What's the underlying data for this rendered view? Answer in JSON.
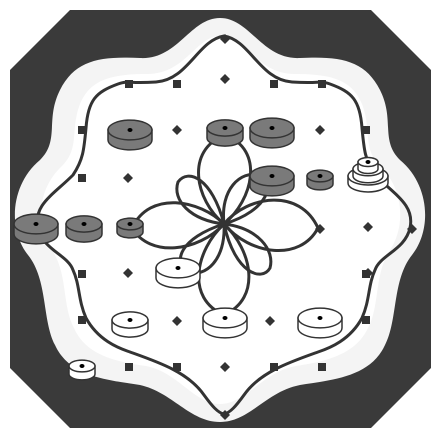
{
  "game": {
    "colors": {
      "border": "#3a3a3a",
      "board": "#ffffff",
      "track_fill": "#f2f2f2",
      "line": "#333333",
      "gray_piece": "#7a7a7a",
      "white_piece": "#ffffff"
    },
    "point_shapes": [
      "square-node",
      "diamond-marker"
    ],
    "pieces": [
      {
        "color": "gray",
        "name": "gray-piece-large"
      },
      {
        "color": "gray",
        "name": "gray-piece-large"
      },
      {
        "color": "gray",
        "name": "gray-piece-large"
      },
      {
        "color": "gray",
        "name": "gray-piece-large"
      },
      {
        "color": "gray",
        "name": "gray-piece-large"
      },
      {
        "color": "gray",
        "name": "gray-piece-medium"
      },
      {
        "color": "gray",
        "name": "gray-piece-small"
      },
      {
        "color": "gray",
        "name": "gray-piece-small"
      },
      {
        "color": "white",
        "name": "white-piece-stack"
      },
      {
        "color": "white",
        "name": "white-piece-large"
      },
      {
        "color": "white",
        "name": "white-piece-medium"
      },
      {
        "color": "white",
        "name": "white-piece-large"
      },
      {
        "color": "white",
        "name": "white-piece-large"
      },
      {
        "color": "white",
        "name": "white-piece-small"
      }
    ]
  }
}
